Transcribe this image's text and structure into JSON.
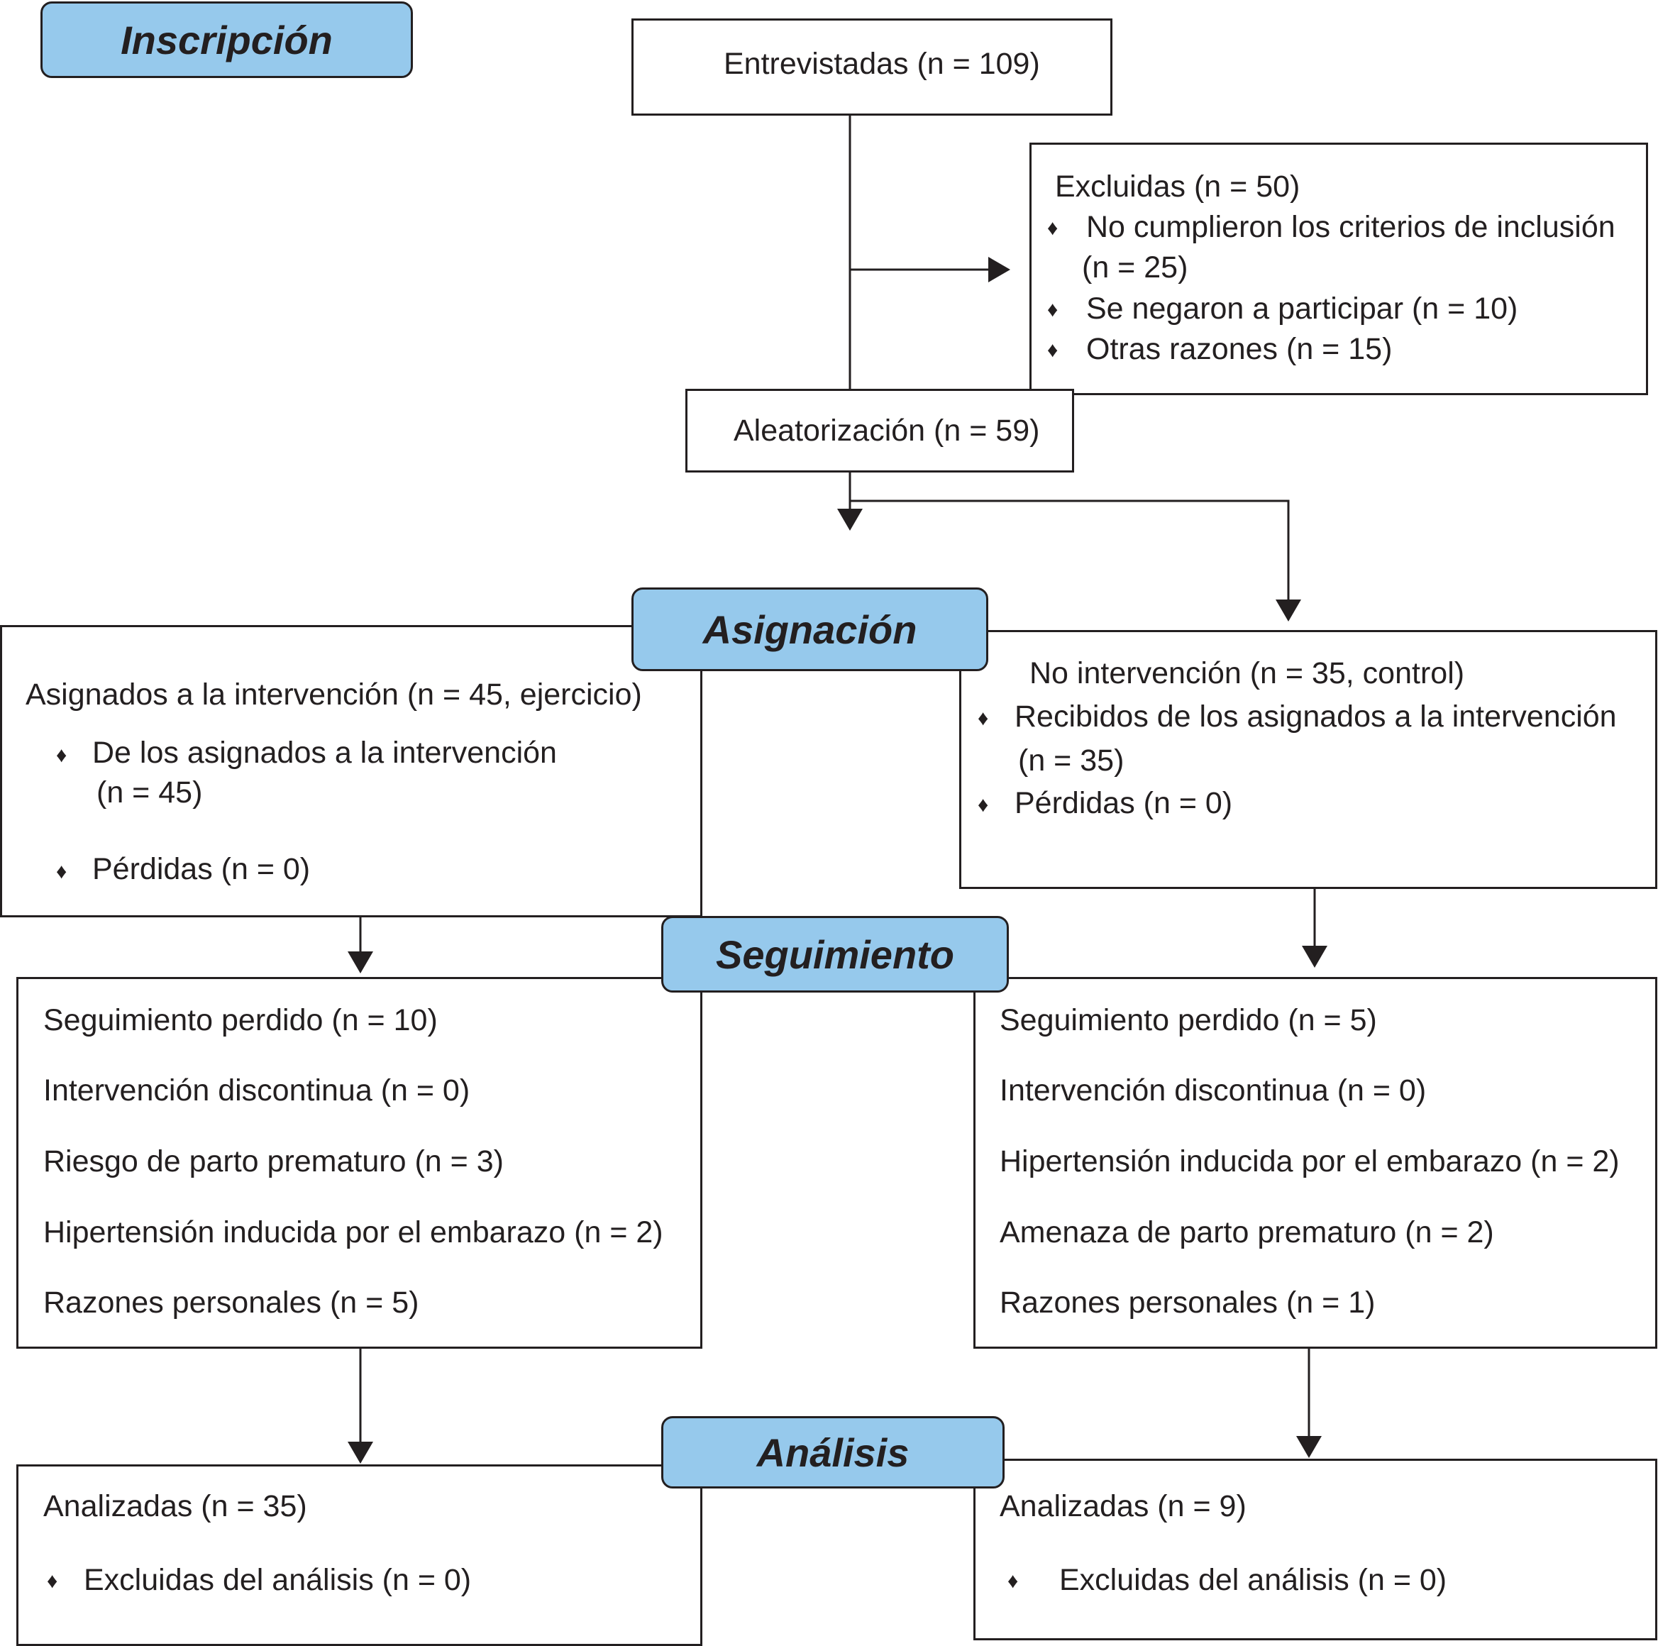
{
  "stages": {
    "enrollment": "Inscripción",
    "allocation": "Asignación",
    "follow_up": "Seguimiento",
    "analysis": "Análisis"
  },
  "interviewed": "Entrevistadas (n = 109)",
  "excluded": {
    "title": "Excluidas (n = 50)",
    "items": [
      {
        "line1": "No cumplieron los criterios de inclusión",
        "line2": "(n = 25)"
      },
      {
        "line1": "Se negaron a participar (n = 10)"
      },
      {
        "line1": "Otras razones (n = 15)"
      }
    ]
  },
  "randomized": "Aleatorización (n = 59)",
  "intervention_arm": {
    "title": "Asignados a la intervención (n = 45, ejercicio)",
    "items": [
      {
        "line1": "De los asignados a la intervención",
        "line2": "(n = 45)"
      },
      {
        "line1": "Pérdidas (n = 0)"
      }
    ],
    "follow_up": [
      "Seguimiento perdido (n = 10)",
      "Intervención discontinua (n = 0)",
      "Riesgo de parto prematuro (n = 3)",
      "Hipertensión inducida por el embarazo (n = 2)",
      "Razones personales (n = 5)"
    ],
    "analysis": {
      "title": "Analizadas (n = 35)",
      "item": "Excluidas del análisis (n = 0)"
    }
  },
  "control_arm": {
    "title": "No intervención (n = 35, control)",
    "items": [
      {
        "line1": "Recibidos de los asignados a la intervención",
        "line2": "(n = 35)"
      },
      {
        "line1": "Pérdidas (n = 0)"
      }
    ],
    "follow_up": [
      "Seguimiento perdido  (n = 5)",
      "Intervención discontinua (n = 0)",
      "Hipertensión inducida por el embarazo (n = 2)",
      "Amenaza de parto prematuro (n = 2)",
      "Razones personales (n = 1)"
    ],
    "analysis": {
      "title": "Analizadas (n = 9)",
      "item": "Excluidas del análisis (n = 0)"
    }
  },
  "bullet_symbol": "♦",
  "colors": {
    "stage_fill": "#96c9ec",
    "line": "#231f20"
  }
}
